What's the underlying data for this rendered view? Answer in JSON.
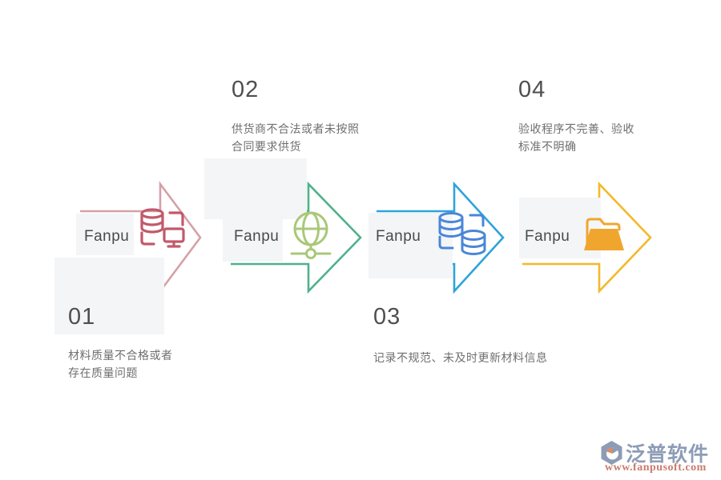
{
  "canvas": {
    "background": "#ffffff"
  },
  "steps": [
    {
      "number": "01",
      "label": "Fanpu",
      "desc_lines": [
        "材料质量不合格或者",
        "存在质量问题"
      ],
      "number_position": "bottom",
      "arrow_color": "#d4a1a6",
      "icon": "database-network-icon",
      "icon_color": "#c2596b"
    },
    {
      "number": "02",
      "label": "Fanpu",
      "desc_lines": [
        "供货商不合法或者未按照",
        "合同要求供货"
      ],
      "number_position": "top",
      "arrow_color": "#50b18b",
      "icon": "globe-network-icon",
      "icon_color": "#a9c878"
    },
    {
      "number": "03",
      "label": "Fanpu",
      "desc_lines": [
        "记录不规范、未及时更新材料信息"
      ],
      "number_position": "bottom",
      "arrow_color": "#2fa3db",
      "icon": "database-sync-icon",
      "icon_color": "#4a86d8"
    },
    {
      "number": "04",
      "label": "Fanpu",
      "desc_lines": [
        "验收程序不完善、验收",
        "标准不明确"
      ],
      "number_position": "top",
      "arrow_color": "#f3b929",
      "icon": "folder-open-icon",
      "icon_color": "#f0a62e"
    }
  ],
  "branding": {
    "name": "泛普软件",
    "url": "www.fanpusoft.com",
    "name_color": "#8d9cb6",
    "url_color": "#c97b6d",
    "mark": "fanpu-logo-mark"
  },
  "decor": {
    "panel_color": "#f4f5f7"
  }
}
